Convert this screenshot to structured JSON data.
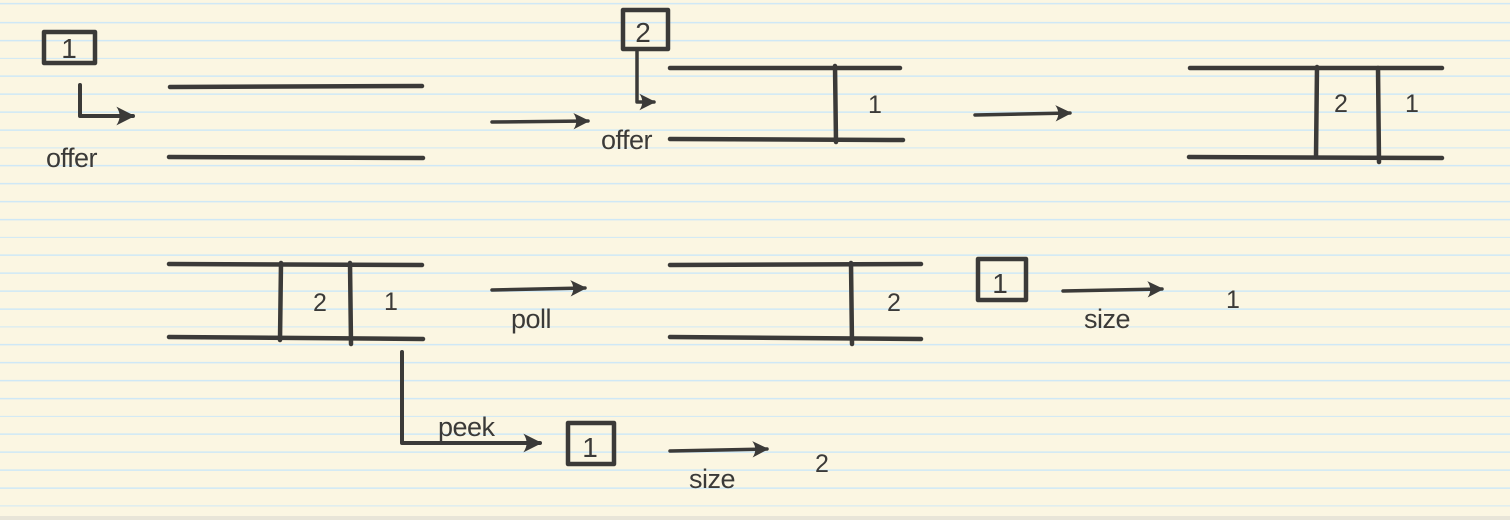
{
  "page": {
    "type": "handwritten-notebook-diagram",
    "topic": "queue operations (offer / poll / peek / size)"
  },
  "colors": {
    "paper": "#fbf6e2",
    "ruled_line": "#cfe8f6",
    "ink": "#3b3a38",
    "bottom_strip": "#e8e5d8"
  },
  "row1": {
    "offer1": {
      "operand": "1",
      "label": "offer"
    },
    "queue_empty": {
      "items": []
    },
    "queue_after_offer1": {
      "items": [
        "1"
      ]
    },
    "offer2": {
      "operand": "2",
      "label": "offer"
    },
    "queue_after_offer2": {
      "items": [
        "2",
        "1"
      ]
    }
  },
  "row2": {
    "queue_start": {
      "items": [
        "2",
        "1"
      ]
    },
    "poll_label": "poll",
    "queue_after_poll": {
      "items": [
        "2"
      ]
    },
    "poll_result": "1",
    "size_label": "size",
    "size_result": "1"
  },
  "row3": {
    "peek_label": "peek",
    "peek_result": "1",
    "size_label": "size",
    "size_result": "2"
  }
}
